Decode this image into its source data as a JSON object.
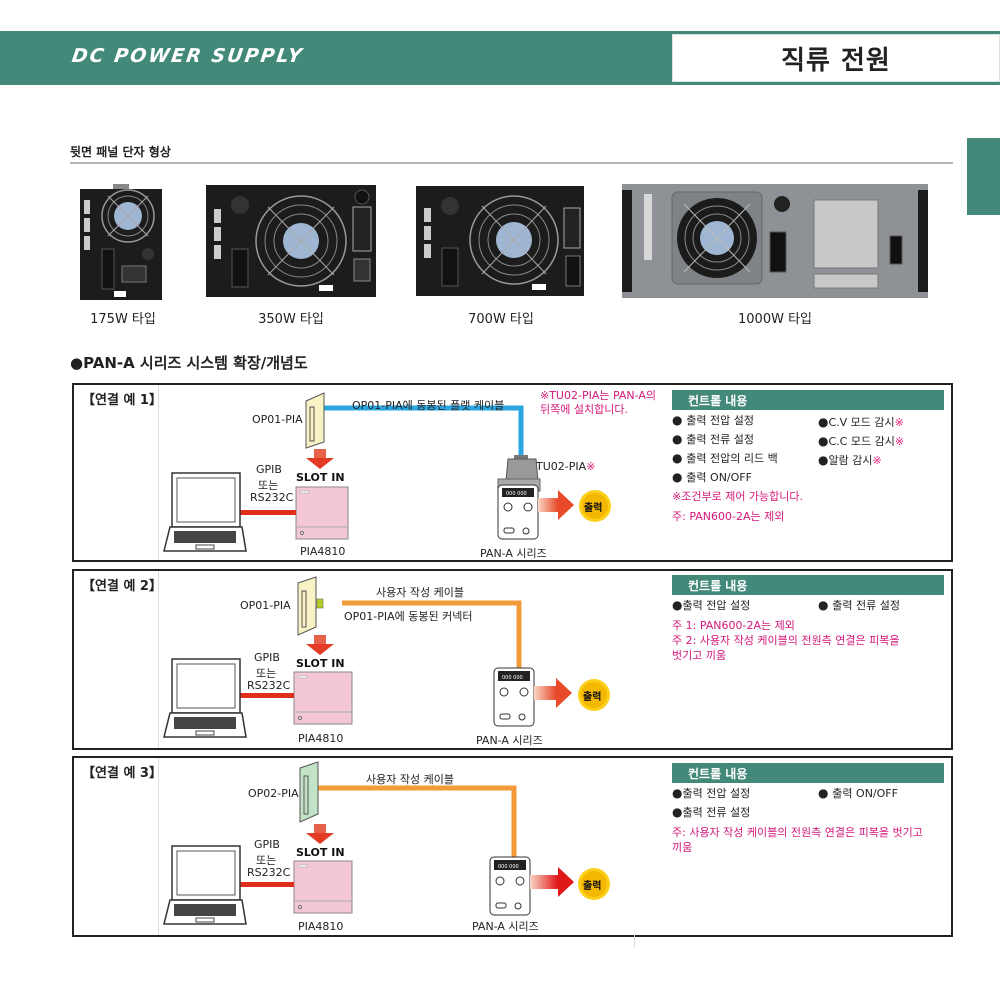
{
  "header": {
    "title_en": "DC POWER SUPPLY",
    "title_ko": "직류 전원",
    "brand_color": "#43897a"
  },
  "rear_panel": {
    "heading": "뒷면 패널 단자 형상",
    "models": [
      {
        "label": "175W 타입"
      },
      {
        "label": "350W 타입"
      },
      {
        "label": "700W 타입"
      },
      {
        "label": "1000W 타입"
      }
    ]
  },
  "concept": {
    "heading": "●PAN-A 시리즈 시스템 확장/개념도",
    "examples": [
      {
        "label": "【연결 예 1】",
        "card": "OP01-PIA",
        "cable": "OP01-PIA에 동봉된 플랫 케이블",
        "note": [
          "※TU02-PIA는 PAN-A의",
          "뒤쪽에 설치합니다."
        ],
        "adapter": "TU02-PIA",
        "adapter_mark": "※",
        "link": [
          "GPIB",
          "또는",
          "RS232C"
        ],
        "slot": "SLOT IN",
        "controller": "PIA4810",
        "supply": "PAN-A 시리즈",
        "output": "출력",
        "cable_color": "#2aa6e0",
        "control": {
          "title": "컨트롤 내용",
          "left": [
            "출력 전압 설정",
            "출력 전류 설정",
            "출력 전압의 리드 백",
            "출력 ON/OFF"
          ],
          "right": [
            "C.V 모드 감시",
            "C.C 모드 감시",
            "알람 감시"
          ],
          "right_mark": "※",
          "notes": [
            "※조건부로 제어 가능합니다.",
            "주: PAN600-2A는 제외"
          ]
        }
      },
      {
        "label": "【연결 예 2】",
        "card": "OP01-PIA",
        "cable": "사용자 작성 케이블",
        "connector": "OP01-PIA에 동봉된 커넥터",
        "link": [
          "GPIB",
          "또는",
          "RS232C"
        ],
        "slot": "SLOT IN",
        "controller": "PIA4810",
        "supply": "PAN-A 시리즈",
        "output": "출력",
        "cable_color": "#f39a3a",
        "control": {
          "title": "컨트롤 내용",
          "left": [
            "출력 전압 설정"
          ],
          "right": [
            "출력 전류 설정"
          ],
          "notes": [
            "주 1: PAN600-2A는 제외",
            "주 2: 사용자 작성 케이블의 전원측 연결은 피복을",
            "벗기고 끼움"
          ]
        }
      },
      {
        "label": "【연결 예 3】",
        "card": "OP02-PIA",
        "cable": "사용자 작성 케이블",
        "link": [
          "GPIB",
          "또는",
          "RS232C"
        ],
        "slot": "SLOT IN",
        "controller": "PIA4810",
        "supply": "PAN-A 시리즈",
        "output": "출력",
        "cable_color": "#f39a3a",
        "control": {
          "title": "컨트롤 내용",
          "left": [
            "출력 전압 설정",
            "출력 전류 설정"
          ],
          "right": [
            "출력 ON/OFF"
          ],
          "notes": [
            "주: 사용자 작성 케이블의 전원측 연결은 피복을 벗기고",
            "끼움"
          ]
        }
      }
    ]
  }
}
